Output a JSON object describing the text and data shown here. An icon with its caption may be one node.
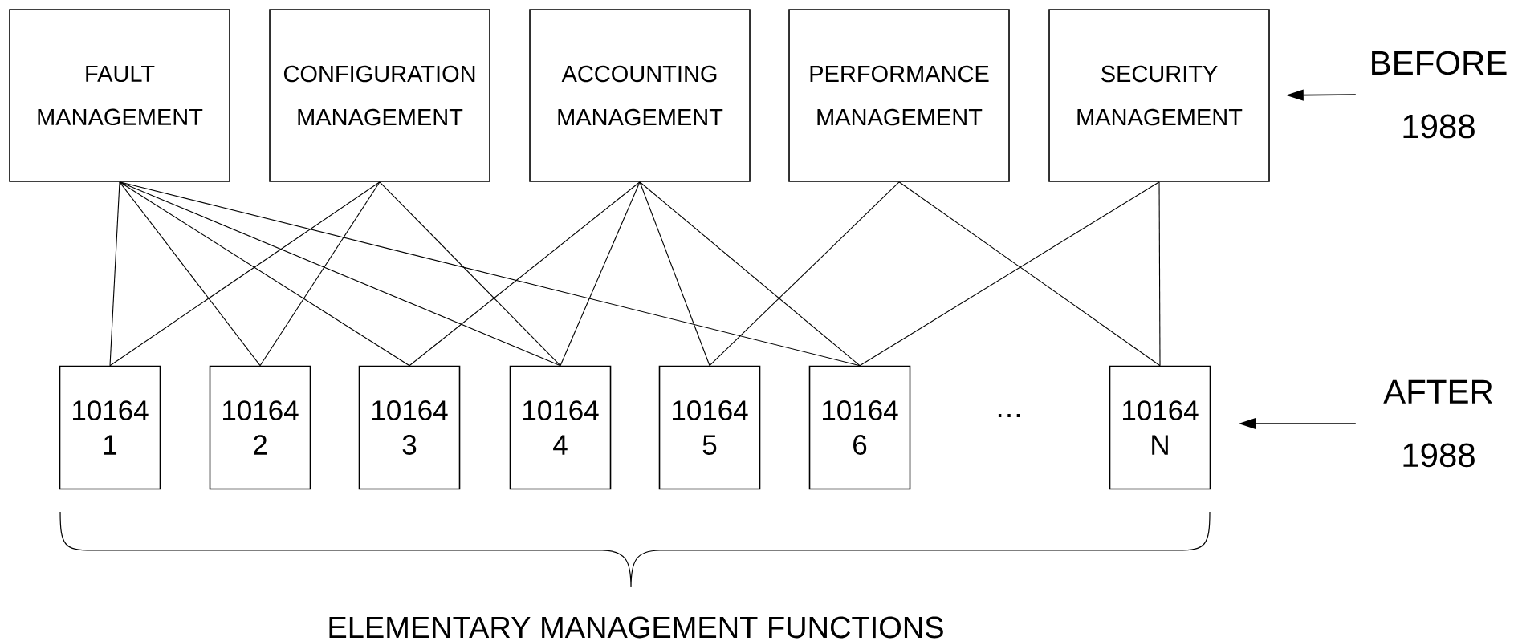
{
  "diagram": {
    "nodes": [
      {
        "text": [
          "FAULT MANAGEMENT"
        ]
      },
      {
        "text": [
          "CONFIGURATION MANAGEMENT"
        ]
      },
      {
        "text": [
          "ACCOUNTING MANAGEMENT"
        ]
      },
      {
        "text": [
          "PERFORMANCE MANAGEMENT"
        ]
      },
      {
        "text": [
          "SECURITY MANAGEMENT"
        ]
      },
      {
        "text": [
          "10164 1"
        ]
      },
      {
        "text": [
          "10164 2"
        ]
      },
      {
        "text": [
          "10164 3"
        ]
      },
      {
        "text": [
          "10164 4"
        ]
      },
      {
        "text": [
          "10164 5"
        ]
      },
      {
        "text": [
          "10164 6"
        ]
      },
      {
        "text": [
          "10164 N"
        ]
      },
      {
        "text": [
          "BEFORE 1988"
        ]
      },
      {
        "text": [
          "AFTER 1988"
        ]
      }
    ],
    "edges": [
      {
        "from": 0,
        "to": 5,
        "arrow": "none"
      },
      {
        "from": 0,
        "to": 6,
        "arrow": "none"
      },
      {
        "from": 0,
        "to": 7,
        "arrow": "none"
      },
      {
        "from": 0,
        "to": 8,
        "arrow": "none"
      },
      {
        "from": 0,
        "to": 10,
        "arrow": "none"
      },
      {
        "from": 1,
        "to": 5,
        "arrow": "none"
      },
      {
        "from": 1,
        "to": 6,
        "arrow": "none"
      },
      {
        "from": 1,
        "to": 8,
        "arrow": "none"
      },
      {
        "from": 2,
        "to": 7,
        "arrow": "none"
      },
      {
        "from": 2,
        "to": 8,
        "arrow": "none"
      },
      {
        "from": 2,
        "to": 9,
        "arrow": "none"
      },
      {
        "from": 2,
        "to": 10,
        "arrow": "none"
      },
      {
        "from": 3,
        "to": 9,
        "arrow": "none"
      },
      {
        "from": 3,
        "to": 11,
        "arrow": "none"
      },
      {
        "from": 4,
        "to": 10,
        "arrow": "none"
      },
      {
        "from": 4,
        "to": 11,
        "arrow": "none"
      },
      {
        "from": 12,
        "to": 4,
        "arrow": "to"
      },
      {
        "from": 13,
        "to": null,
        "arrow": "to"
      }
    ],
    "labels": [
      "…",
      "ELEMENTARY MANAGEMENT FUNCTIONS"
    ]
  }
}
